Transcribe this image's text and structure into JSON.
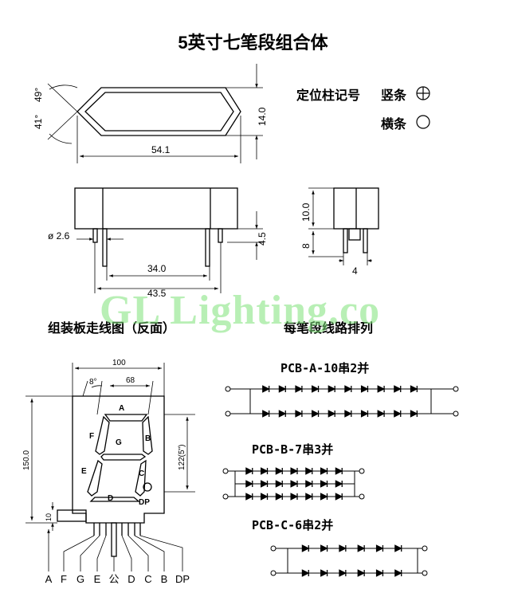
{
  "title": "5英寸七笔段组合体",
  "marking": {
    "label": "定位柱记号",
    "vertical": "竖条",
    "horizontal": "横条"
  },
  "dims_top": {
    "angle1": "49°",
    "angle2": "41°",
    "height": "14.0",
    "width": "54.1"
  },
  "dims_side": {
    "pin_dia": "ø 2.6",
    "pin_len": "4.5",
    "pitch1": "34.0",
    "pitch2": "43.5"
  },
  "dims_end": {
    "body": "10.0",
    "pin": "8",
    "width": "4"
  },
  "section_left": "组装板走线图（反面）",
  "section_right": "每笔段线路排列",
  "dims_front": {
    "width": "100",
    "slant": "8°",
    "seg_w": "68",
    "height": "150.0",
    "digit_h": "122(5\")",
    "pin_h": "10"
  },
  "segments": [
    "A",
    "F",
    "G",
    "B",
    "E",
    "C",
    "D",
    "DP"
  ],
  "pin_labels": [
    "A",
    "F",
    "G",
    "E",
    "公",
    "D",
    "C",
    "B",
    "DP"
  ],
  "pcb": [
    {
      "label": "PCB-A-10串2并"
    },
    {
      "label": "PCB-B-7串3并"
    },
    {
      "label": "PCB-C-6串2并"
    }
  ],
  "watermark": "GL Lighting.co"
}
